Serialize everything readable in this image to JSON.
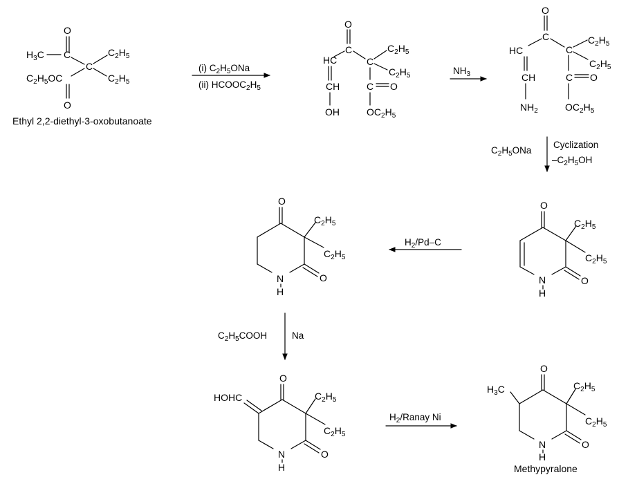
{
  "compounds": {
    "ethyl_ester": {
      "name": "Ethyl 2,2-diethyl-3-oxobutanoate",
      "o_top": "O",
      "h3c": "H3C",
      "c1": "C",
      "c2": "C",
      "c2h5_a": "C2H5",
      "c2h5_b": "C2H5",
      "ester": "C2H5OC",
      "o_bottom": "O"
    },
    "hydroxymethylene": {
      "o_top": "O",
      "hc": "HC",
      "c1": "C",
      "c2": "C",
      "c2h5_a": "C2H5",
      "c2h5_b": "C2H5",
      "ch": "CH",
      "oh": "OH",
      "c3": "C",
      "o_ester": "O",
      "oc2h5": "OC2H5"
    },
    "aminomethylene": {
      "o_top": "O",
      "hc": "HC",
      "c1": "C",
      "c2": "C",
      "c2h5_a": "C2H5",
      "c2h5_b": "C2H5",
      "ch": "CH",
      "nh2": "NH2",
      "c3": "C",
      "o_ester": "O",
      "oc2h5": "OC2H5"
    },
    "dihydropyridinedione": {
      "o_ketone": "O",
      "c2h5_a": "C2H5",
      "c2h5_b": "C2H5",
      "n": "N",
      "h": "H",
      "o_amide": "O"
    },
    "piperidinedione": {
      "o_ketone": "O",
      "c2h5_a": "C2H5",
      "c2h5_b": "C2H5",
      "n": "N",
      "h": "H",
      "o_amide": "O"
    },
    "hydroxymethylene_piperidinedione": {
      "hohc": "HOHC",
      "o_ketone": "O",
      "c2h5_a": "C2H5",
      "c2h5_b": "C2H5",
      "n": "N",
      "h": "H",
      "o_amide": "O"
    },
    "methypyralone": {
      "name": "Methypyralone",
      "h3c": "H3C",
      "o_ketone": "O",
      "c2h5_a": "C2H5",
      "c2h5_b": "C2H5",
      "n": "N",
      "h": "H",
      "o_amide": "O"
    }
  },
  "reagents": {
    "step1_line1": "(i) C2H5ONa",
    "step1_line2": "(ii) HCOOC2H5",
    "step2": "NH3",
    "step3_left": "C2H5ONa",
    "step3_right_line1": "Cyclization",
    "step3_right_line2": "–C2H5OH",
    "step4": "H2/Pd–C",
    "step5_left": "C2H5COOH",
    "step5_right": "Na",
    "step6": "H2/Ranay Ni"
  }
}
